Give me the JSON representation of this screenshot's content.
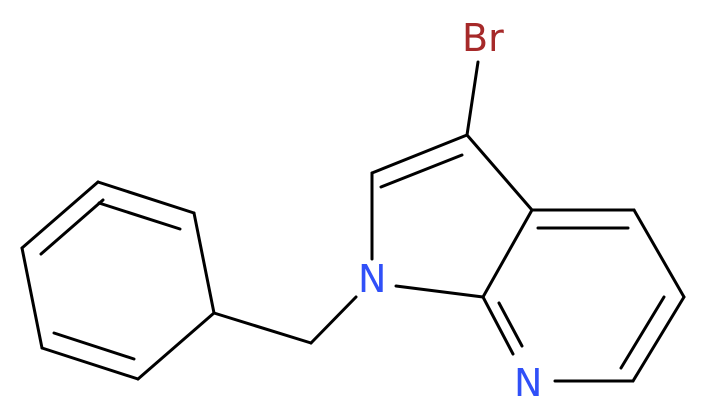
{
  "molecule": {
    "atoms": [
      {
        "id": "Br",
        "label": "Br",
        "color": "#a62929"
      },
      {
        "id": "N1",
        "label": "N",
        "color": "#3050f8"
      },
      {
        "id": "N7",
        "label": "N",
        "color": "#3050f8"
      }
    ],
    "bond_color": "#000000"
  }
}
